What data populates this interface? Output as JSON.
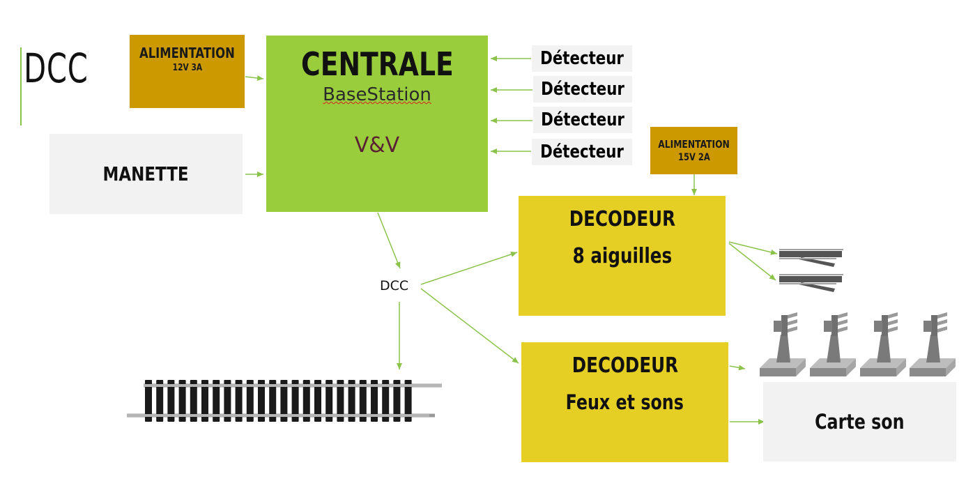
{
  "title": "DCC",
  "power_12v": {
    "title": "ALIMENTATION",
    "spec": "12V 3A"
  },
  "power_15v": {
    "title": "ALIMENTATION",
    "spec": "15V 2A"
  },
  "controller": {
    "label": "MANETTE"
  },
  "central": {
    "title": "CENTRALE",
    "subtitle": "BaseStation",
    "brand": "V&V"
  },
  "detectors": [
    "Détecteur",
    "Détecteur",
    "Détecteur",
    "Détecteur"
  ],
  "bus_label": "DCC",
  "decoder_turnouts": {
    "title": "DECODEUR",
    "subtitle": "8 aiguilles"
  },
  "decoder_signals": {
    "title": "DECODEUR",
    "subtitle": "Feux et sons"
  },
  "sound_card": {
    "label": "Carte son"
  },
  "colors": {
    "arrow": "#8bc34a",
    "central": "#9acd3c",
    "decoder": "#e5cf25",
    "power": "#cc9900",
    "neutral": "#f2f2f2"
  },
  "icons": [
    "railroad-track-icon",
    "turnout-track-icon",
    "signal-mast-icon"
  ]
}
